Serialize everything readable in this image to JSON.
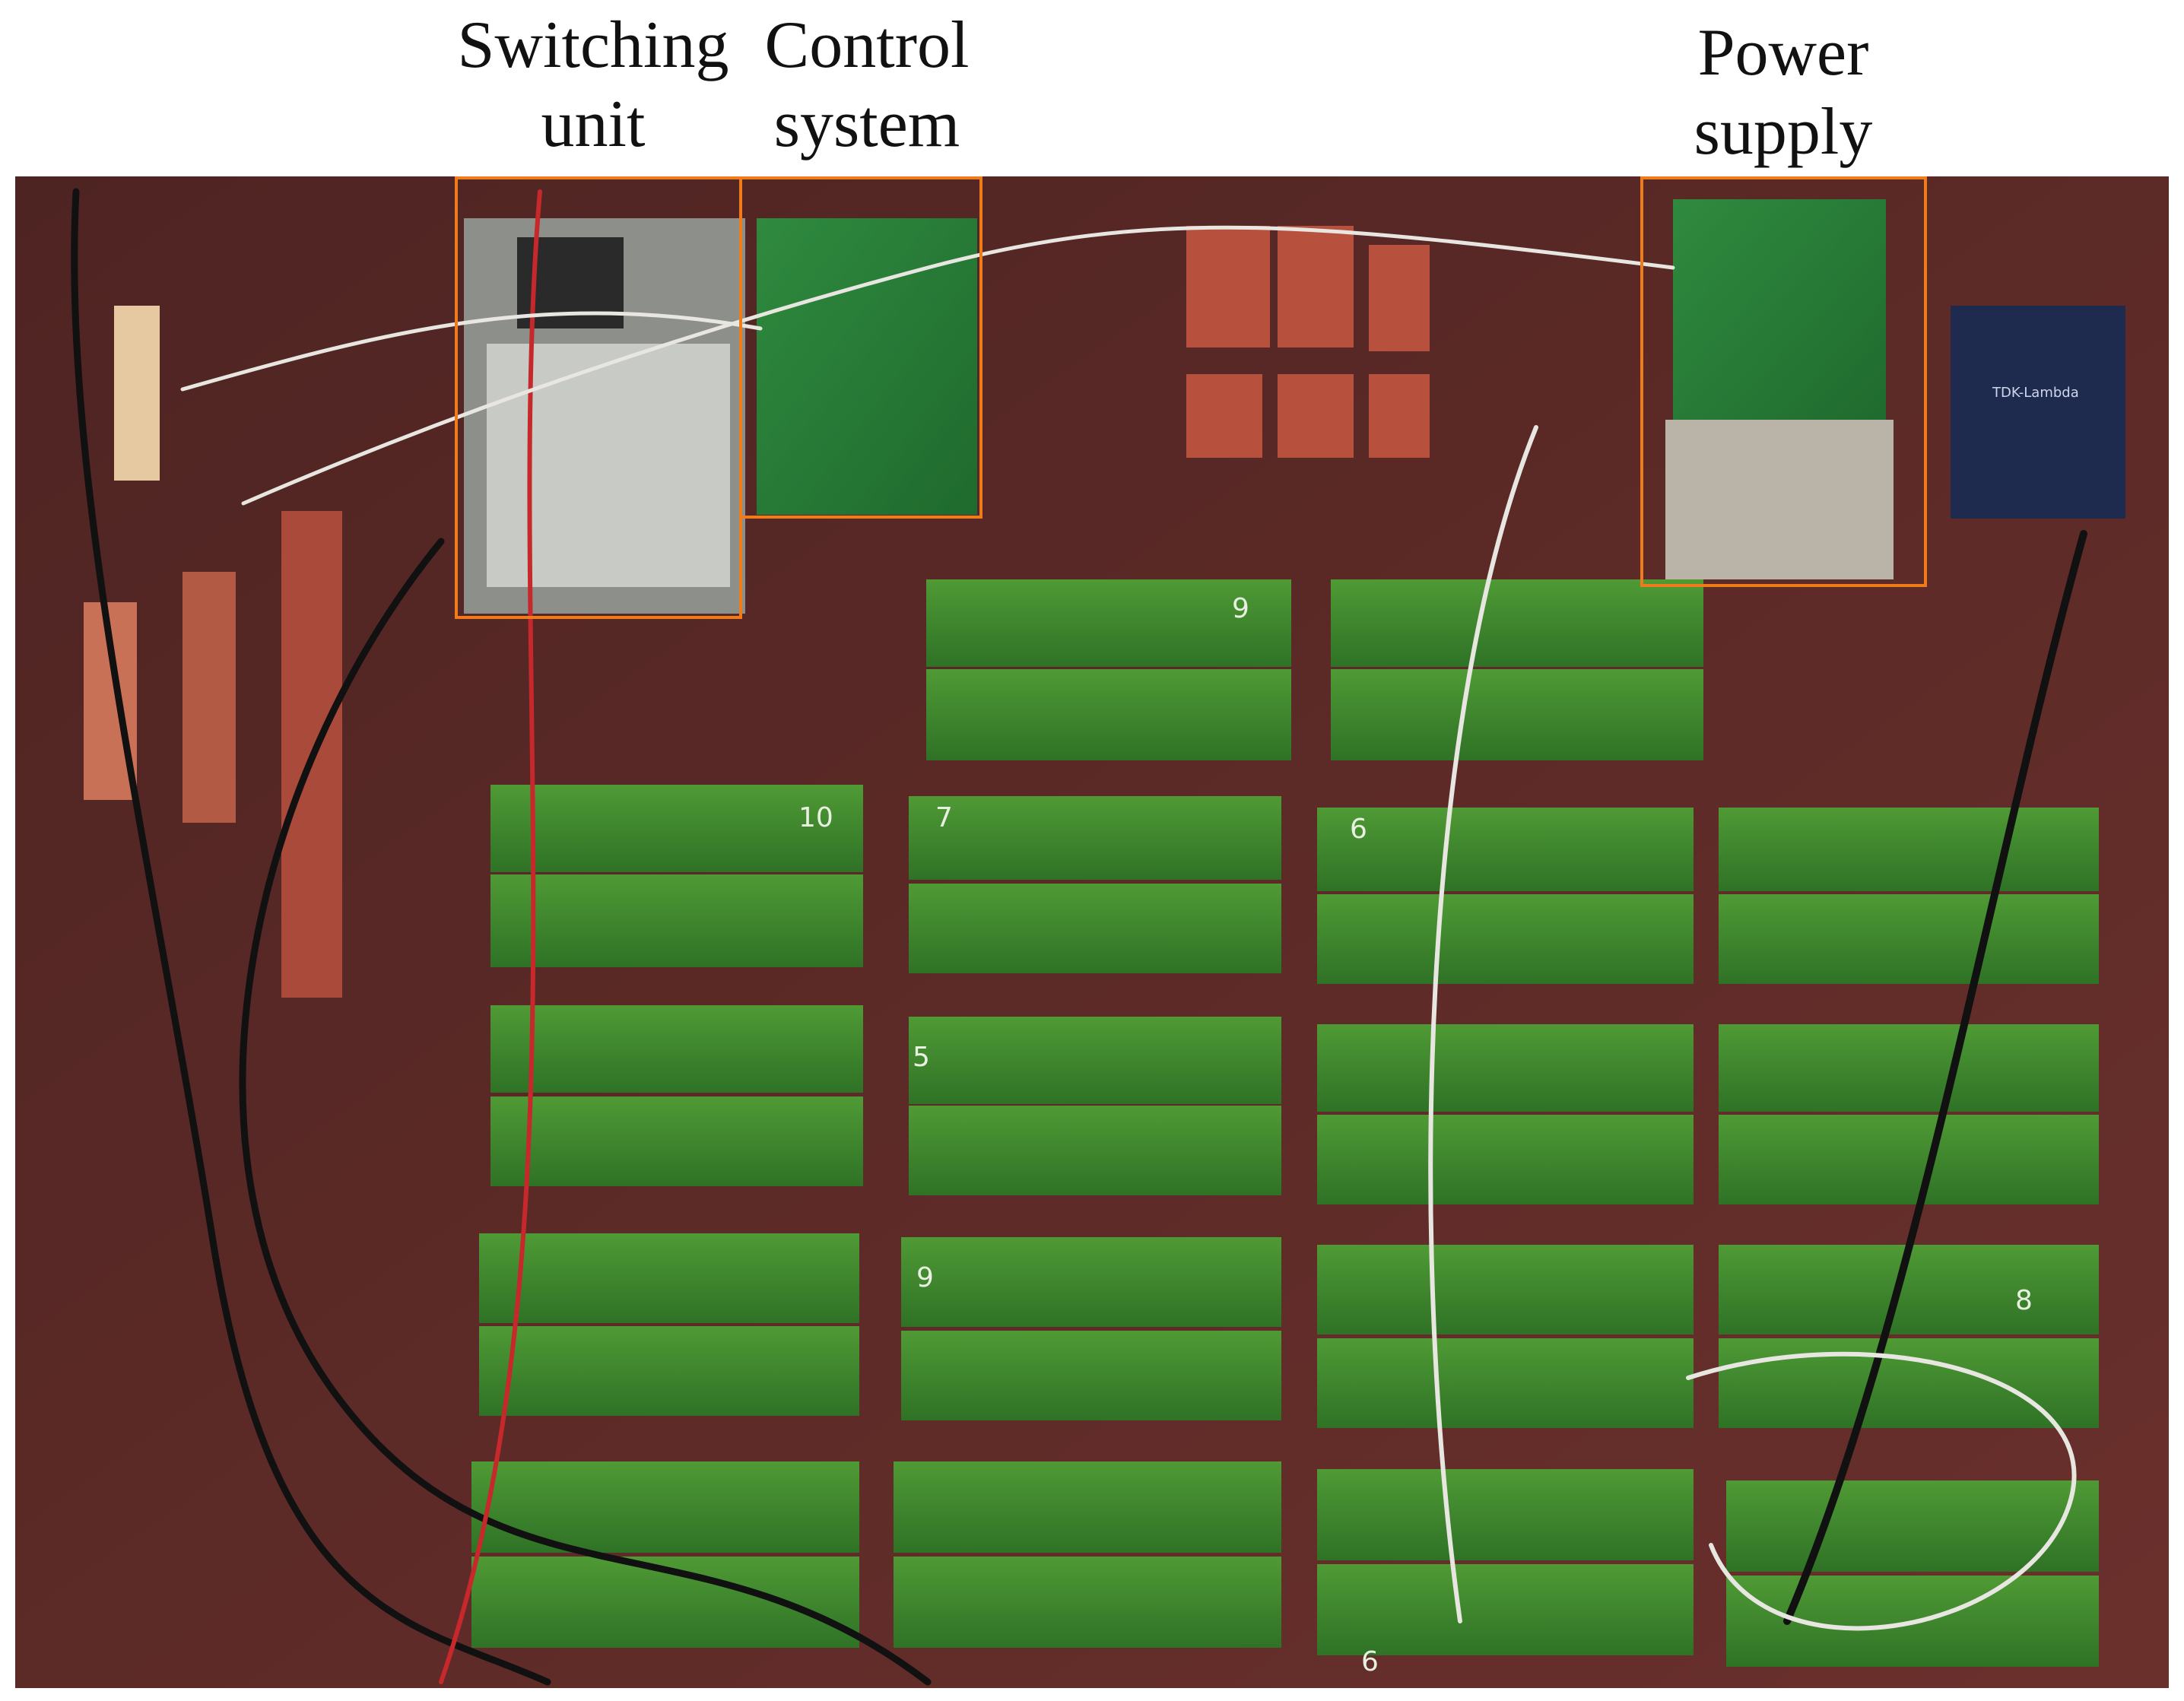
{
  "captions": {
    "switching_unit": [
      "Switching",
      "unit"
    ],
    "control_system": [
      "Control",
      "system"
    ],
    "power_supply": [
      "Power",
      "supply"
    ]
  },
  "photo": {
    "description_colors": {
      "board": "#5a2a27",
      "resistor_green": "#3f8a2e",
      "pcb_green": "#2f7a3a",
      "highlight": "#f07b1a"
    },
    "resistor_markings": {
      "labels": [
        "10",
        "7",
        "5",
        "6",
        "9",
        "8",
        "6",
        "9"
      ]
    },
    "module_text": {
      "psu_brand": "TDK-Lambda"
    }
  }
}
